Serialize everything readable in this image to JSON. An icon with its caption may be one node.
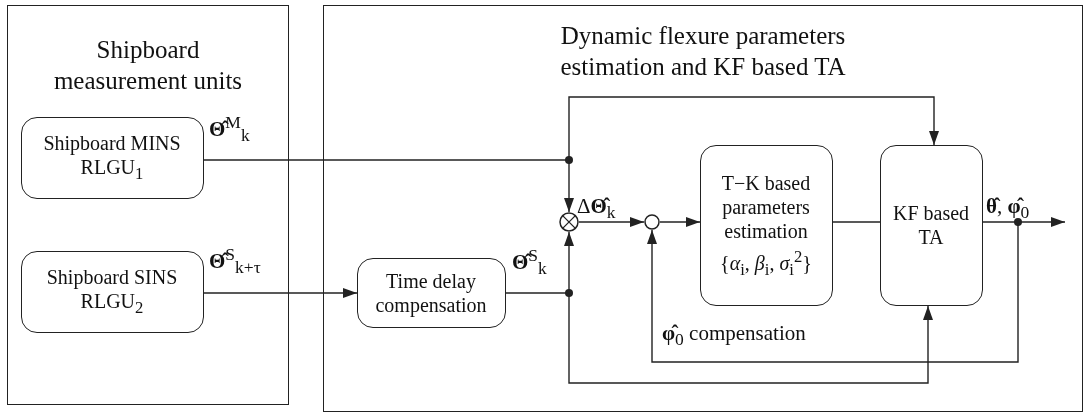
{
  "diagram": {
    "nodes": [
      {
        "text": [
          "Shipboard measurement units"
        ]
      },
      {
        "text": [
          "Shipboard MINS RLGU$_{1}$"
        ],
        "in": 0
      },
      {
        "text": [
          "Shipboard SINS RLGU$_{2}$"
        ],
        "in": 0
      },
      {
        "text": [
          "Dynamic flexure parameters estimation and KF based TA"
        ]
      },
      {
        "text": [
          "Time delay compensation"
        ],
        "in": 3
      },
      {
        "text": [],
        "shape": "circle",
        "in": 3
      },
      {
        "text": [],
        "shape": "circle",
        "in": 3
      },
      {
        "text": [
          "T−K based parameters estimation",
          "{*α*$_{i}$, *β*$_{i}$, *σ*$_{i}$$^{2}$}"
        ],
        "in": 3
      },
      {
        "text": [
          "KF based TA"
        ],
        "in": 3
      }
    ],
    "edges": [
      {
        "from": 1,
        "to": 5,
        "arrow": "to",
        "label": "**Θ̂**$^{M}$$_{k}$"
      },
      {
        "from": 1,
        "to": 8,
        "arrow": "to"
      },
      {
        "from": 2,
        "to": 4,
        "arrow": "to",
        "label": "**Θ̂**$^{S}$$_{k+τ}$"
      },
      {
        "from": 4,
        "to": 5,
        "arrow": "to",
        "label": "**Θ̂**$^{S}$$_{k}$"
      },
      {
        "from": 4,
        "to": 8,
        "arrow": "to"
      },
      {
        "from": 5,
        "to": 6,
        "arrow": "to",
        "label": "Δ**Θ̂**$_{k}$"
      },
      {
        "from": 6,
        "to": 7,
        "arrow": "to"
      },
      {
        "from": 7,
        "to": 8,
        "arrow": "none"
      },
      {
        "from": 8,
        "to": null,
        "arrow": "to",
        "label": "**θ̂**,  **φ̂**$_{0}$"
      },
      {
        "from": 8,
        "to": 6,
        "arrow": "to",
        "label": "**φ̂**$_{0}$ compensation"
      }
    ]
  }
}
